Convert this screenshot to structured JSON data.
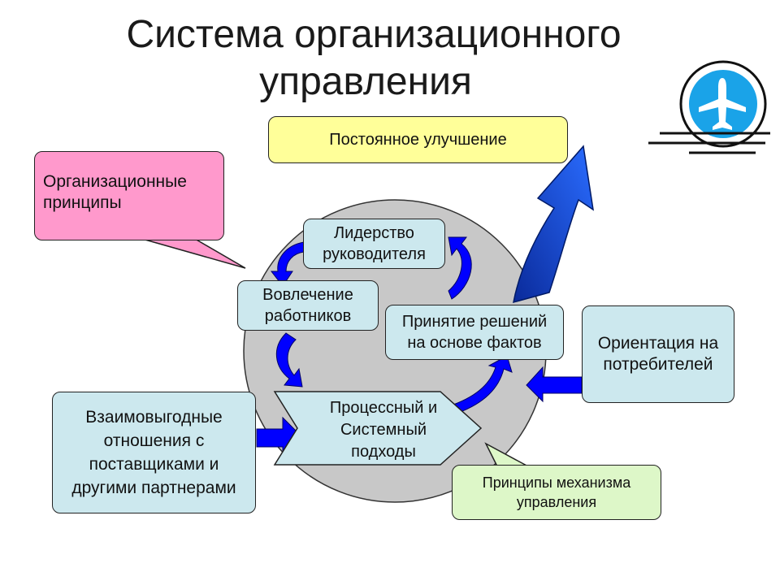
{
  "title": {
    "line1": "Система организационного",
    "line2": "управления"
  },
  "boxes": {
    "improvement": "Постоянное улучшение",
    "org_principles": "Организационные\nпринципы",
    "leadership": "Лидерство\nруководителя",
    "involvement": "Вовлечение\nработников",
    "facts": "Принятие решений\nна основе фактов",
    "consumer": "Ориентация на\nпотребителей",
    "partners": "Взаимовыгодные\nотношения с\nпоставщиками и\nдругими партнерами",
    "process": "Процессный и\nСистемный\nподходы",
    "mechanism": "Принципы механизма\nуправления"
  },
  "colors": {
    "circle": "#c8c8c8",
    "arrow_blue": "#0000ff",
    "box_cyan": "#cce8ee",
    "box_yellow": "#ffff99",
    "box_pink": "#ff99cc",
    "box_green": "#ddf7c8",
    "logo_blue": "#1aa3e8"
  },
  "icons": {
    "logo": "airplane-logo-icon"
  }
}
